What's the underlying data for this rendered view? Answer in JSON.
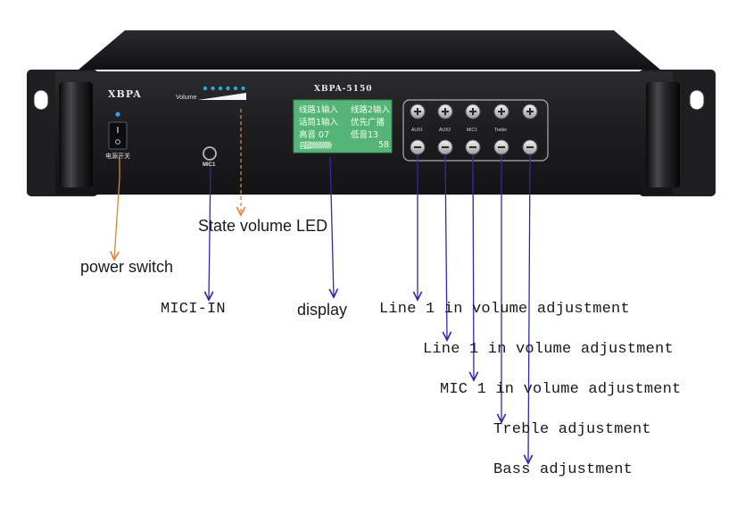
{
  "device": {
    "brand": "XBPA",
    "model": "XBPA-5150",
    "volume_label": "Volume",
    "power_label": "电源开关",
    "mic_label": "MIC1",
    "volume_led_count": 6,
    "colors": {
      "chassis": "#1c1c1e",
      "lcd": "#55b477",
      "led": "#29a8e6",
      "power_led": "#2aa3e8",
      "arrow_blue": "#2f2aa8",
      "arrow_orange": "#e08438"
    }
  },
  "display": {
    "rows": [
      {
        "left": "线路1输入",
        "right": "线路2输入"
      },
      {
        "left": "话筒1输入",
        "right": "优先广播"
      },
      {
        "left": "高音 07",
        "right": "低音13"
      },
      {
        "left": "音量》》》》》》》》》》》》》》",
        "right": "58"
      }
    ]
  },
  "controls": {
    "plus_icon": "plus-icon",
    "minus_icon": "minus-icon",
    "channels": [
      "AUX1",
      "AUX2",
      "MIC1",
      "Treble",
      ""
    ]
  },
  "annotations": {
    "state_volume_led": "State volume LED",
    "power_switch": "power switch",
    "mic_in": "MICI-IN",
    "display": "display",
    "line1": "Line 1 in volume adjustment",
    "line1b": "Line 1 in volume adjustment",
    "mic1": "MIC 1 in volume adjustment",
    "treble": "Treble adjustment",
    "bass": "Bass adjustment"
  }
}
